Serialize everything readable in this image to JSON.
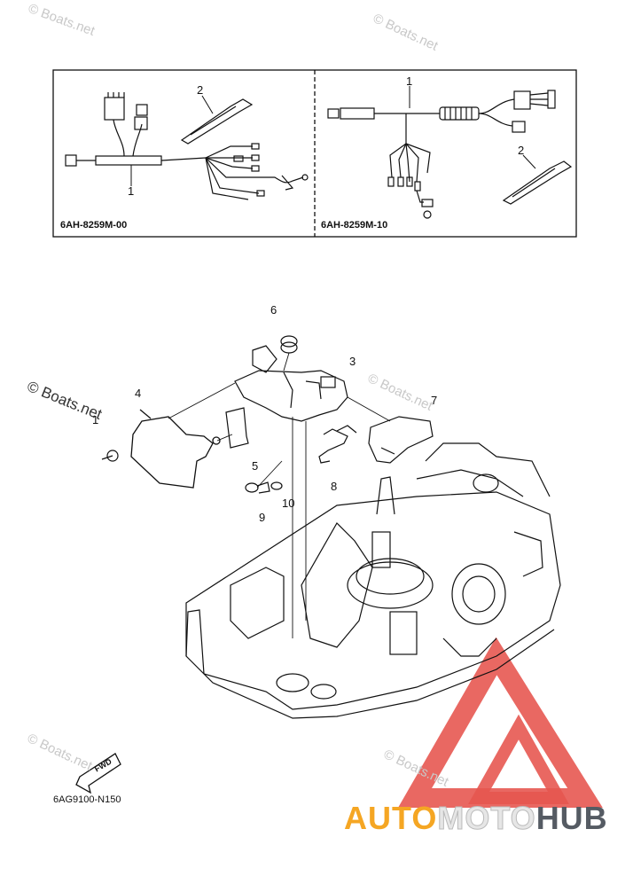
{
  "watermarks": {
    "small": "© Boats.net",
    "large": "© Boats.net"
  },
  "kit_box": {
    "left_code": "6AH-8259M-00",
    "right_code": "6AH-8259M-10",
    "left_callouts": [
      "1",
      "2"
    ],
    "right_callouts": [
      "1",
      "2"
    ]
  },
  "callouts": [
    "3",
    "4",
    "5",
    "6",
    "7",
    "8",
    "9",
    "10",
    "1"
  ],
  "fwd_label": "FWD",
  "diagram_code": "6AG9100-N150",
  "brand": {
    "part1": "AUTO",
    "part2": "MOTO",
    "part3": "HUB"
  },
  "colors": {
    "line": "#111111",
    "watermark": "#c8c8c8",
    "logo_red": "#e23a32",
    "logo_orange": "#f5a623",
    "logo_gray": "#555b63"
  }
}
